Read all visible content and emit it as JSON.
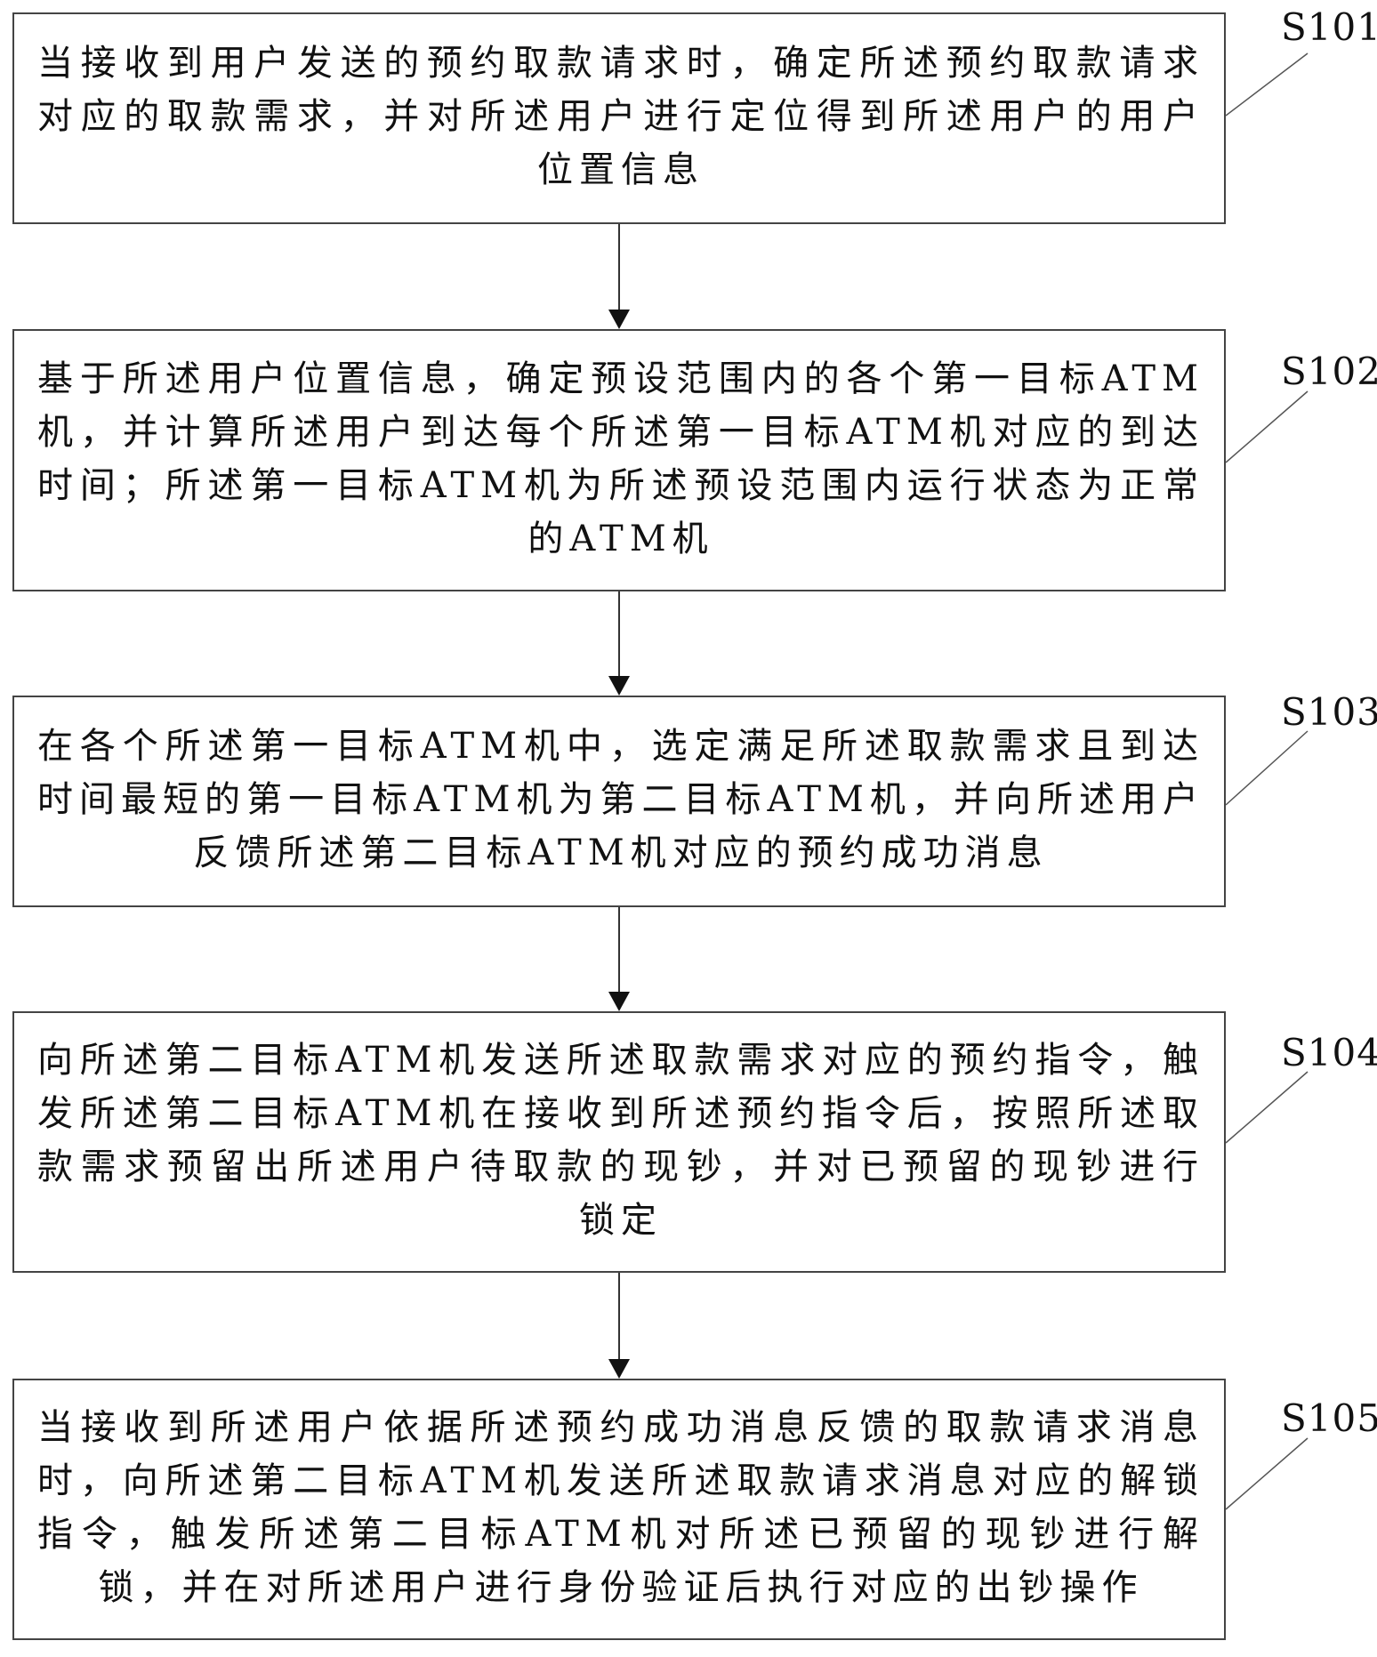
{
  "steps": [
    {
      "id": "S101",
      "text": "当接收到用户发送的预约取款请求时，确定所述预约取款请求对应的取款需求，并对所述用户进行定位得到所述用户的用户位置信息"
    },
    {
      "id": "S102",
      "text": "基于所述用户位置信息，确定预设范围内的各个第一目标ATM机，并计算所述用户到达每个所述第一目标ATM机对应的到达时间；所述第一目标ATM机为所述预设范围内运行状态为正常的ATM机"
    },
    {
      "id": "S103",
      "text": "在各个所述第一目标ATM机中，选定满足所述取款需求且到达时间最短的第一目标ATM机为第二目标ATM机，并向所述用户反馈所述第二目标ATM机对应的预约成功消息"
    },
    {
      "id": "S104",
      "text": "向所述第二目标ATM机发送所述取款需求对应的预约指令，触发所述第二目标ATM机在接收到所述预约指令后，按照所述取款需求预留出所述用户待取款的现钞，并对已预留的现钞进行锁定"
    },
    {
      "id": "S105",
      "text": "当接收到所述用户依据所述预约成功消息反馈的取款请求消息时，向所述第二目标ATM机发送所述取款请求消息对应的解锁指令，触发所述第二目标ATM机对所述已预留的现钞进行解锁，并在对所述用户进行身份验证后执行对应的出钞操作"
    }
  ]
}
